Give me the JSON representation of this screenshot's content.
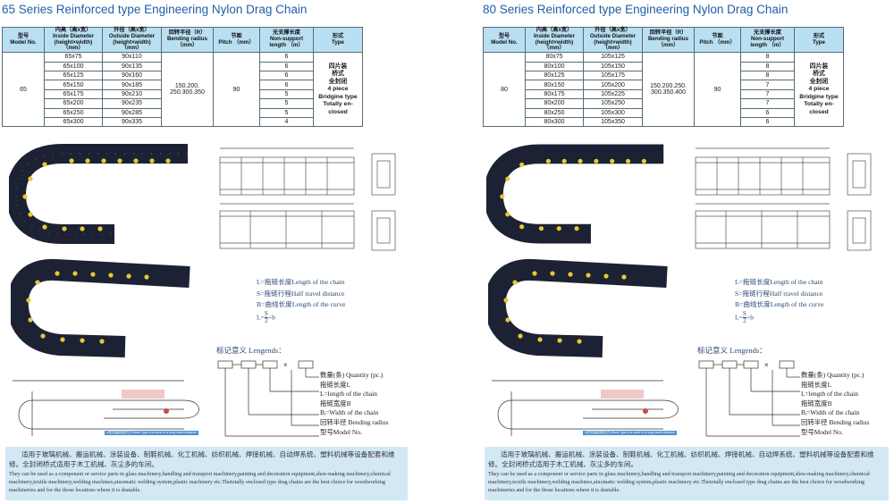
{
  "left": {
    "title": "65 Series Reinforced type Engineering Nylon Drag Chain",
    "headers": [
      {
        "cn": "型号",
        "en": "Model No."
      },
      {
        "cn": "内高（高x宽）",
        "en": "Inside Diameter (height×width) （mm）"
      },
      {
        "cn": "外径（高x宽）",
        "en": "Outside Diameter (height×width) （mm）"
      },
      {
        "cn": "回转半径（R）",
        "en": "Bending radius （mm）"
      },
      {
        "cn": "节距",
        "en": "Pitch （mm）"
      },
      {
        "cn": "无支撑长度",
        "en": "Non-support length （m）"
      },
      {
        "cn": "形式",
        "en": "Type"
      }
    ],
    "model": "65",
    "rows": [
      {
        "inside": "65x75",
        "outside": "90x110",
        "nonsupport": "6"
      },
      {
        "inside": "65x100",
        "outside": "90x135",
        "nonsupport": "6"
      },
      {
        "inside": "65x125",
        "outside": "90x160",
        "nonsupport": "6"
      },
      {
        "inside": "65x150",
        "outside": "90x185",
        "nonsupport": "6"
      },
      {
        "inside": "65x175",
        "outside": "90x210",
        "nonsupport": "5"
      },
      {
        "inside": "65x200",
        "outside": "90x235",
        "nonsupport": "5"
      },
      {
        "inside": "65x250",
        "outside": "90x285",
        "nonsupport": "5"
      },
      {
        "inside": "65x300",
        "outside": "90x335",
        "nonsupport": "4"
      }
    ],
    "bending_radius": [
      "150.200.",
      "250.300.350"
    ],
    "pitch": "90",
    "type_lines": [
      "四片装",
      "桥式",
      "全封闭",
      "4 piece",
      "Bridgine type",
      "Totally en-",
      "closed"
    ],
    "formula": {
      "l": "L=拖链长度Length of the chain",
      "s": "S=拖链行程Half travel distance",
      "b": "B=曲线长度Length of the curve",
      "eq_lhs": "L=",
      "eq_num": "S",
      "eq_den": "2",
      "eq_rhs": "+b"
    },
    "legend_title": "标记意义 Lengends：",
    "legend_lines": [
      "数量(条) Quantity (pc.)",
      "拖链长度L",
      "L=length of the chain",
      "拖链宽度B",
      "Bᵢ=Width of the chain",
      "回转半径 Bending radius",
      "型号Model No."
    ],
    "install_note": "A型安装使用形式 When Type A is used in a long travel distance",
    "note_cn": "适用于玻璃机械、搬运机械、涂装设备、制鞋机械、化工机械、纺织机械、焊接机械、自动焊系统、塑料机械等设备配套和维修。全封闭桥式适用于木工机械、灰尘多的车间。",
    "note_en": "They can be used as a component or service parts in glass machinery,handling and transport machinery,painting and decoration equipment,shoe-making machinery,chemical machinery,textile machinery,welding machines,atuomatic welding system,plastic machinery etc.Thetotally enclosed type drag chains are the best choice for woodworking machineries and for the those locations where it is dustable."
  },
  "right": {
    "title": "80 Series Reinforced type Engineering Nylon Drag Chain",
    "headers": [
      {
        "cn": "型号",
        "en": "Model No."
      },
      {
        "cn": "内高（高x宽）",
        "en": "Inside Diameter (height×width) （mm）"
      },
      {
        "cn": "外径（高x宽）",
        "en": "Outside Diameter (height×width) （mm）"
      },
      {
        "cn": "回转半径（R）",
        "en": "Bending radius （mm）"
      },
      {
        "cn": "节距",
        "en": "Pitch （mm）"
      },
      {
        "cn": "无支撑长度",
        "en": "Non-support length （m）"
      },
      {
        "cn": "形式",
        "en": "Type"
      }
    ],
    "model": "80",
    "rows": [
      {
        "inside": "80x75",
        "outside": "105x125",
        "nonsupport": "8"
      },
      {
        "inside": "80x100",
        "outside": "105x150",
        "nonsupport": "8"
      },
      {
        "inside": "80x125",
        "outside": "105x175",
        "nonsupport": "8"
      },
      {
        "inside": "80x150",
        "outside": "105x200",
        "nonsupport": "7"
      },
      {
        "inside": "80x175",
        "outside": "105x225",
        "nonsupport": "7"
      },
      {
        "inside": "80x200",
        "outside": "105x250",
        "nonsupport": "7"
      },
      {
        "inside": "80x250",
        "outside": "105x300",
        "nonsupport": "6"
      },
      {
        "inside": "80x300",
        "outside": "105x350",
        "nonsupport": "6"
      }
    ],
    "bending_radius": [
      "150.200.250.",
      "300.350.400"
    ],
    "pitch": "90",
    "type_lines": [
      "四片装",
      "桥式",
      "全封闭",
      "4 piece",
      "Bridgine type",
      "Totally en-",
      "closed"
    ],
    "formula": {
      "l": "L=拖链长度Length of the chain",
      "s": "S=拖链行程Half travel distance",
      "b": "B=曲线长度Length of the curve",
      "eq_lhs": "L=",
      "eq_num": "S",
      "eq_den": "2",
      "eq_rhs": "+b"
    },
    "legend_title": "标记意义 Lengends：",
    "legend_lines": [
      "数量(条) Quantity (pc.)",
      "拖链长度L",
      "L=length of the chain",
      "拖链宽度B",
      "Bᵢ=Width of the chain",
      "回转半径 Bending radius",
      "型号Model No."
    ],
    "install_note": "A型安装使用形式 When Type A is used in a long travel distance",
    "note_cn": "适用于玻璃机械、搬运机械、涂装设备、制鞋机械、化工机械、纺织机械、焊接机械、自动焊系统、塑料机械等设备配套和维修。全封闭桥式适用于木工机械、灰尘多的车间。",
    "note_en": "They can be used as a component or service parts in glass machinery,handling and transport machinery,painting and decoration equipment,shoe-making machinery,chemical machinery,textile machinery,welding machines,atuomatic welding system,plastic machinery etc.Thetotally enclosed type drag chains are the best choice for woodworking machineries and for the those locations where it is dustable."
  },
  "colors": {
    "title": "#1f5fa8",
    "header_bg": "#b9dff2",
    "note_bg": "#d3e8f5",
    "chain_body": "#1c2233",
    "chain_dot": "#e8c930"
  }
}
